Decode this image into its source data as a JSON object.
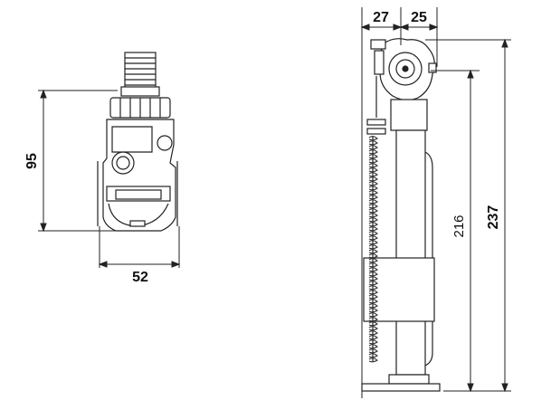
{
  "dimensions": {
    "front_height": "95",
    "front_width": "52",
    "top_left_width": "27",
    "top_right_width": "25",
    "inner_height": "216",
    "total_height": "237"
  },
  "colors": {
    "line": "#222222",
    "spring": "#333333",
    "fill": "#ffffff"
  }
}
